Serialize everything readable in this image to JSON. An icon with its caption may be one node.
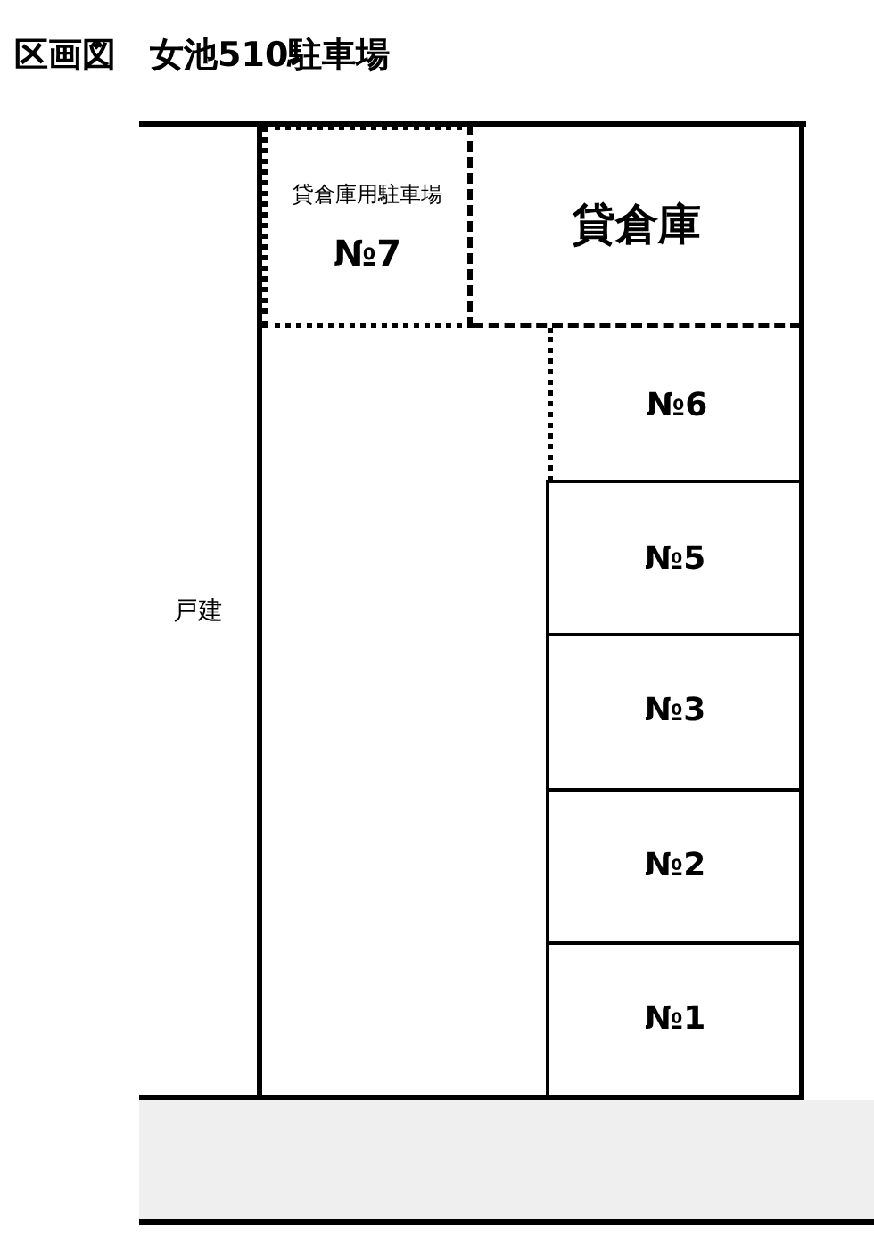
{
  "diagram": {
    "title": "区画図　女池510駐車場",
    "nodes": [
      {
        "text": [
          "戸建"
        ]
      },
      {
        "text": [
          "貸倉庫用駐車場",
          "№7"
        ]
      },
      {
        "text": [
          "貸倉庫"
        ]
      },
      {
        "text": [
          "№6"
        ]
      },
      {
        "text": [
          "№5"
        ]
      },
      {
        "text": [
          "№3"
        ]
      },
      {
        "text": [
          "№2"
        ]
      },
      {
        "text": [
          "№1"
        ]
      },
      {
        "text": [],
        "shape": "bar"
      }
    ],
    "edges": []
  }
}
